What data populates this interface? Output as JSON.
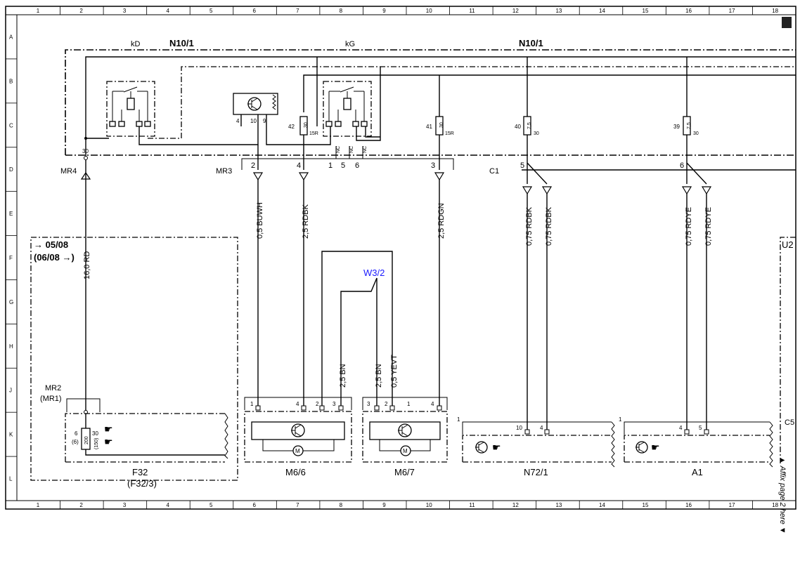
{
  "grid": {
    "columns": [
      "1",
      "2",
      "3",
      "4",
      "5",
      "6",
      "7",
      "8",
      "9",
      "10",
      "11",
      "12",
      "13",
      "14",
      "15",
      "16",
      "17",
      "18"
    ],
    "rows": [
      "A",
      "B",
      "C",
      "D",
      "E",
      "F",
      "G",
      "H",
      "J",
      "K",
      "L"
    ]
  },
  "modules": {
    "top_left": "N10/1",
    "top_right": "N10/1",
    "relay_kD": "kD",
    "relay_kG": "kG"
  },
  "connectors": {
    "mr4": "MR4",
    "mr3": "MR3",
    "c1": "C1",
    "mr2": "MR2",
    "mr2_alt": "(MR1)"
  },
  "ground_point": {
    "label": "W3/2",
    "color": "#1a1aff"
  },
  "dates": {
    "from": "→ 05/08",
    "to": "(06/08 →)"
  },
  "wires": {
    "red_main": "16,0 RD",
    "buwh": "0,5 BUWH",
    "rdbk": "2,5 RDBK",
    "rdgn": "2,5 RDGN",
    "rdbk_a": "0,75 RDBK",
    "rdbk_b": "0,75 RDBK",
    "rdye_a": "0,75 RDYE",
    "rdye_b": "0,75 RDYE",
    "bn_a": "2,5 BN",
    "bn_b": "2,5 BN",
    "yevt": "0,5 YEVT"
  },
  "fuses": {
    "f42": {
      "num": "42",
      "rating": "30",
      "tag": "15R"
    },
    "f41": {
      "num": "41",
      "rating": "30",
      "tag": "15R"
    },
    "f40": {
      "num": "40",
      "rating": "7,5",
      "tag": "30"
    },
    "f39": {
      "num": "39",
      "rating": "7,5",
      "tag": "30"
    },
    "f32": {
      "pin_top": "6",
      "pin_top_alt": "(6)",
      "rating": "200",
      "rating_alt": "(150)",
      "tag": "30"
    }
  },
  "pins": {
    "n10_30": "30",
    "transistor": [
      "4",
      "10",
      "9"
    ],
    "mr3": [
      "2",
      "4",
      "1",
      "5",
      "6",
      "3"
    ],
    "c1": [
      "5",
      "6"
    ],
    "nc": "NC",
    "m66": [
      "1",
      "4",
      "2",
      "3"
    ],
    "m67": [
      "3",
      "2",
      "1",
      "4"
    ],
    "n72": [
      "10",
      "4"
    ],
    "n72_left": "1",
    "a1": [
      "4",
      "5"
    ],
    "a1_left": "1"
  },
  "components": {
    "f32": "F32",
    "f32_alt": "(F32/3)",
    "m66": "M6/6",
    "m67": "M6/7",
    "n721": "N72/1",
    "a1": "A1",
    "u2": "U2",
    "c5": "C5"
  },
  "side_note": "▲ Affix page 2 here ▼"
}
